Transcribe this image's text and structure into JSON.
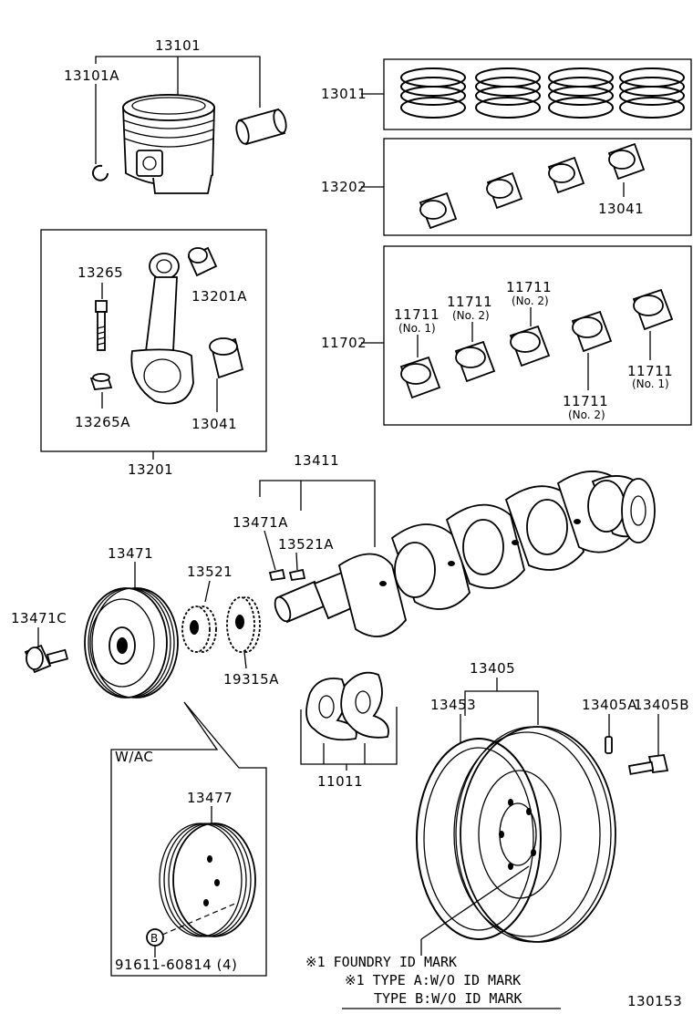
{
  "labels": {
    "p13101": "13101",
    "p13101a": "13101A",
    "p13011": "13011",
    "p13202": "13202",
    "p13041_top": "13041",
    "p13265": "13265",
    "p13201a": "13201A",
    "p13265a": "13265A",
    "p13041_rod": "13041",
    "p13201": "13201",
    "p11702": "11702",
    "p11711_a": "11711",
    "p11711_a_sub": "(No. 1)",
    "p11711_b": "11711",
    "p11711_b_sub": "(No. 2)",
    "p11711_c": "11711",
    "p11711_c_sub": "(No. 2)",
    "p11711_d": "11711",
    "p11711_d_sub": "(No. 2)",
    "p11711_e": "11711",
    "p11711_e_sub": "(No. 1)",
    "p13411": "13411",
    "p13471a": "13471A",
    "p13521a": "13521A",
    "p13471": "13471",
    "p13521": "13521",
    "p13471c": "13471C",
    "p19315a": "19315A",
    "p11011": "11011",
    "p13405": "13405",
    "p13405a": "13405A",
    "p13453": "13453",
    "p13405b": "13405B",
    "wac": "W/AC",
    "p13477": "13477",
    "b_marker": "B",
    "bolt_91611": "91611-60814 (4)"
  },
  "notes": {
    "line1": "※1  FOUNDRY ID MARK",
    "line2": "※1 TYPE  A:W/O  ID MARK",
    "line3": "TYPE  B:W/O  ID MARK"
  },
  "figure_id": "130153"
}
